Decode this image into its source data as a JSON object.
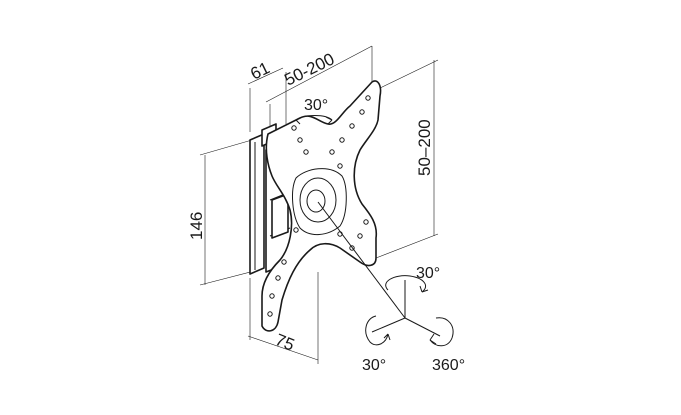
{
  "dimensions": {
    "depth_top": "61",
    "vesa_horizontal": "50-200",
    "vesa_vertical": "50–200",
    "height_left": "146",
    "depth_bottom": "75"
  },
  "rotations": {
    "swivel_top": "30°",
    "tilt": "30°",
    "swivel_lower": "30°",
    "rotation": "360°"
  }
}
